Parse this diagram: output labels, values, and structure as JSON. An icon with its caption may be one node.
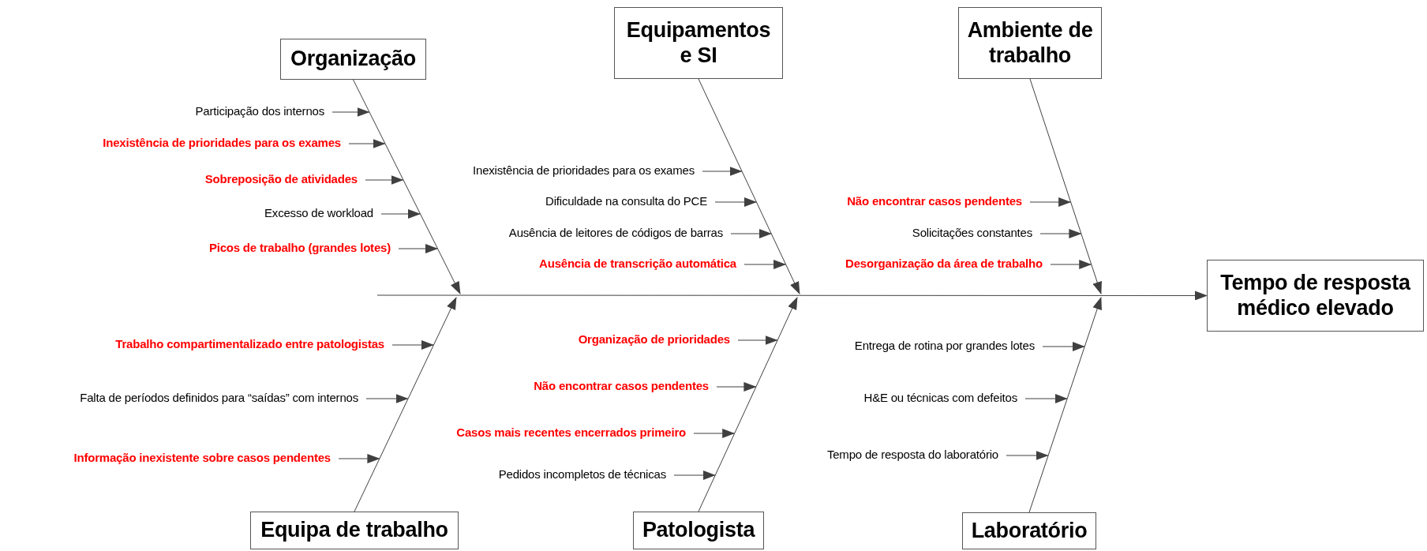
{
  "diagram": {
    "nodes": [
      {
        "text": [
          "Organização"
        ]
      },
      {
        "text": [
          "Participação dos internos"
        ]
      },
      {
        "text": [
          "**Inexistência de prioridades para os exames**"
        ]
      },
      {
        "text": [
          "**Sobreposição de atividades**"
        ]
      },
      {
        "text": [
          "Excesso de workload"
        ]
      },
      {
        "text": [
          "**Picos de trabalho (grandes lotes)**"
        ]
      },
      {
        "text": [
          "Equipamentos e SI"
        ]
      },
      {
        "text": [
          "Inexistência de prioridades para os exames"
        ]
      },
      {
        "text": [
          "Dificuldade na consulta do PCE"
        ]
      },
      {
        "text": [
          "Ausência de leitores de códigos de barras"
        ]
      },
      {
        "text": [
          "**Ausência de transcrição automática**"
        ]
      },
      {
        "text": [
          "Ambiente de trabalho"
        ]
      },
      {
        "text": [
          "**Não encontrar casos pendentes**"
        ]
      },
      {
        "text": [
          "Solicitações constantes"
        ]
      },
      {
        "text": [
          "**Desorganização da área de trabalho**"
        ]
      },
      {
        "text": [
          "Tempo de resposta médico elevado"
        ]
      },
      {
        "text": [
          "**Trabalho compartimentalizado entre patologistas**"
        ]
      },
      {
        "text": [
          "Falta de períodos definidos para “saídas” com internos"
        ]
      },
      {
        "text": [
          "**Informação inexistente sobre casos pendentes**"
        ]
      },
      {
        "text": [
          "Equipa de trabalho"
        ]
      },
      {
        "text": [
          "**Organização de prioridades**"
        ]
      },
      {
        "text": [
          "**Não encontrar casos pendentes**"
        ]
      },
      {
        "text": [
          "**Casos mais recentes encerrados primeiro**"
        ]
      },
      {
        "text": [
          "Pedidos incompletos de técnicas"
        ]
      },
      {
        "text": [
          "Patologista"
        ]
      },
      {
        "text": [
          "Entrega de rotina por grandes lotes"
        ]
      },
      {
        "text": [
          "H&E ou técnicas com defeitos"
        ]
      },
      {
        "text": [
          "Tempo de resposta do laboratório"
        ]
      },
      {
        "text": [
          "Laboratório"
        ]
      }
    ],
    "edges": [
      {
        "from": null,
        "to": 15,
        "arrow": "to"
      },
      {
        "from": 0,
        "to": 15,
        "arrow": "to"
      },
      {
        "from": 6,
        "to": 15,
        "arrow": "to"
      },
      {
        "from": 11,
        "to": 15,
        "arrow": "to"
      },
      {
        "from": 19,
        "to": 15,
        "arrow": "to"
      },
      {
        "from": 24,
        "to": 15,
        "arrow": "to"
      },
      {
        "from": 28,
        "to": 15,
        "arrow": "to"
      },
      {
        "from": 1,
        "to": 15,
        "arrow": "to"
      },
      {
        "from": 2,
        "to": 15,
        "arrow": "to"
      },
      {
        "from": 3,
        "to": 15,
        "arrow": "to"
      },
      {
        "from": 4,
        "to": 15,
        "arrow": "to"
      },
      {
        "from": 5,
        "to": 15,
        "arrow": "to"
      },
      {
        "from": 7,
        "to": 15,
        "arrow": "to"
      },
      {
        "from": 8,
        "to": 15,
        "arrow": "to"
      },
      {
        "from": 9,
        "to": 15,
        "arrow": "to"
      },
      {
        "from": 10,
        "to": 15,
        "arrow": "to"
      },
      {
        "from": 12,
        "to": 15,
        "arrow": "to"
      },
      {
        "from": 13,
        "to": 15,
        "arrow": "to"
      },
      {
        "from": 14,
        "to": 15,
        "arrow": "to"
      },
      {
        "from": 16,
        "to": 15,
        "arrow": "to"
      },
      {
        "from": 17,
        "to": 15,
        "arrow": "to"
      },
      {
        "from": 18,
        "to": 15,
        "arrow": "to"
      },
      {
        "from": 20,
        "to": 15,
        "arrow": "to"
      },
      {
        "from": 21,
        "to": 15,
        "arrow": "to"
      },
      {
        "from": 22,
        "to": 15,
        "arrow": "to"
      },
      {
        "from": 23,
        "to": 15,
        "arrow": "to"
      },
      {
        "from": 25,
        "to": 15,
        "arrow": "to"
      },
      {
        "from": 26,
        "to": 15,
        "arrow": "to"
      },
      {
        "from": 27,
        "to": 15,
        "arrow": "to"
      }
    ]
  }
}
